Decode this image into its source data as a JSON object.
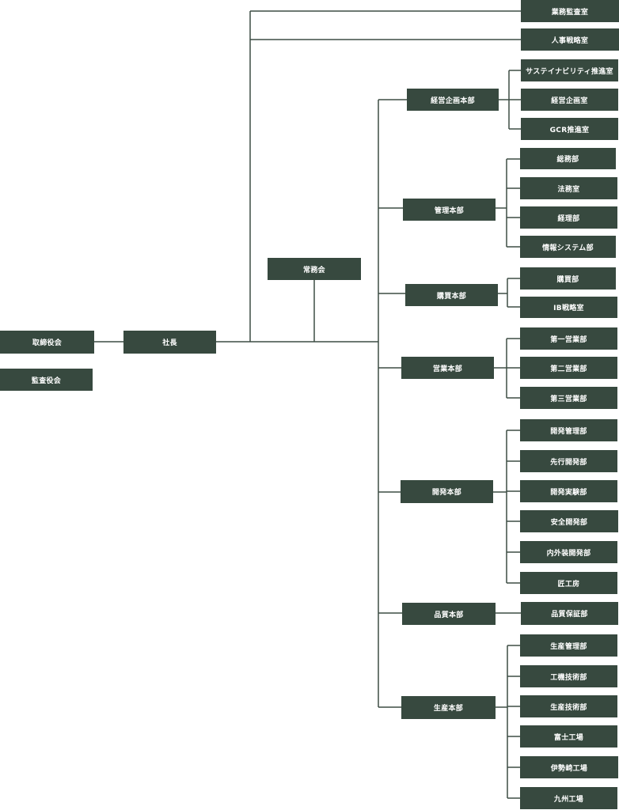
{
  "chart": {
    "board": "取締役会",
    "auditors": "監査役会",
    "president": "社長",
    "executive": "常務会",
    "staff": [
      "業務監査室",
      "人事戦略室"
    ],
    "divisions": [
      {
        "name": "経営企画本部",
        "departments": [
          "サステイナビリティ推進室",
          "経営企画室",
          "GCR推進室"
        ]
      },
      {
        "name": "管理本部",
        "departments": [
          "総務部",
          "法務室",
          "経理部",
          "情報システム部"
        ]
      },
      {
        "name": "購買本部",
        "departments": [
          "購買部",
          "IB戦略室"
        ]
      },
      {
        "name": "営業本部",
        "departments": [
          "第一営業部",
          "第二営業部",
          "第三営業部"
        ]
      },
      {
        "name": "開発本部",
        "departments": [
          "開発管理部",
          "先行開発部",
          "開発実験部",
          "安全開発部",
          "内外装開発部",
          "匠工房"
        ]
      },
      {
        "name": "品質本部",
        "departments": [
          "品質保証部"
        ]
      },
      {
        "name": "生産本部",
        "departments": [
          "生産管理部",
          "工機技術部",
          "生産技術部",
          "富士工場",
          "伊勢崎工場",
          "九州工場"
        ]
      }
    ]
  }
}
